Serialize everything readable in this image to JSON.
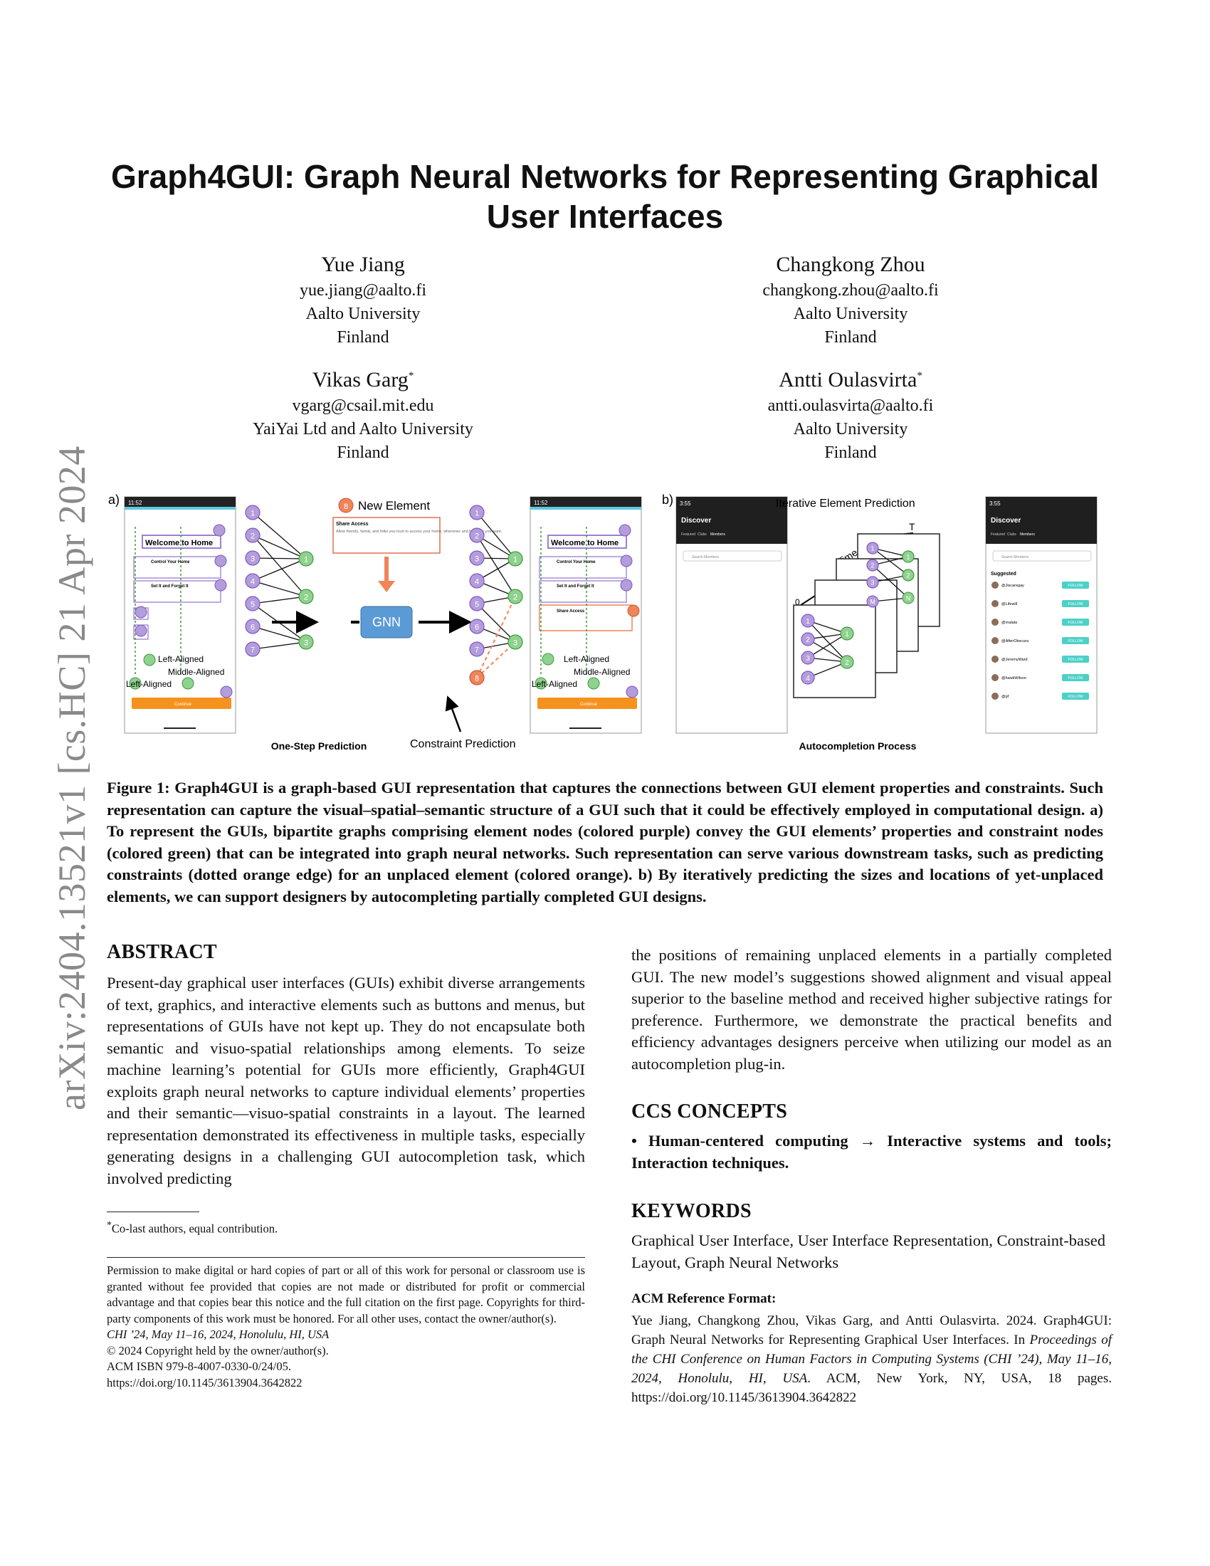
{
  "side_identifier": "arXiv:2404.13521v1  [cs.HC]  21 Apr 2024",
  "title_line1": "Graph4GUI: Graph Neural Networks for Representing Graphical",
  "title_line2": "User Interfaces",
  "authors": [
    {
      "name": "Yue Jiang",
      "email": "yue.jiang@aalto.fi",
      "affiliation": "Aalto University",
      "country": "Finland",
      "mark": ""
    },
    {
      "name": "Changkong Zhou",
      "email": "changkong.zhou@aalto.fi",
      "affiliation": "Aalto University",
      "country": "Finland",
      "mark": ""
    },
    {
      "name": "Vikas Garg",
      "email": "vgarg@csail.mit.edu",
      "affiliation": "YaiYai Ltd and Aalto University",
      "country": "Finland",
      "mark": "*"
    },
    {
      "name": "Antti Oulasvirta",
      "email": "antti.oulasvirta@aalto.fi",
      "affiliation": "Aalto University",
      "country": "Finland",
      "mark": "*"
    }
  ],
  "figure": {
    "panel_a": "a)",
    "panel_b": "b)",
    "time": "11:52",
    "screen_title": "Welcome to Home",
    "items": [
      "Control Your Home",
      "Set It and Forget It",
      "Share Access"
    ],
    "continue": "Continue",
    "new_element": "New Element",
    "share_access": "Share Access",
    "share_access_desc": "Allow friends, family, and folks you trust to access your home, whenever and however you want.",
    "gnn": "GNN",
    "left_aligned": "Left-Aligned",
    "middle_aligned": "Middle-Aligned",
    "constraint_prediction": "Constraint Prediction",
    "one_step": "One-Step Prediction",
    "iterative": "Iterative Element Prediction",
    "time_t": "Time t",
    "t_cap": "T",
    "zero": "0",
    "autocompletion": "Autocompletion Process",
    "discover": "Discover",
    "tabs": [
      "Featured",
      "Clubs",
      "Members"
    ],
    "search": "Search Members",
    "suggested": "Suggested",
    "follow": "FOLLOW",
    "users": [
      "@Jiscaregay",
      "@Lifewill",
      "@rnalala",
      "@AfterObscura",
      "@JeremyWard",
      "@hawkWilson",
      "@pf"
    ],
    "time_b": "3:55",
    "element_labels": [
      "1",
      "2",
      "3",
      "4",
      "5",
      "6",
      "7",
      "8"
    ],
    "constraint_labels": [
      "1",
      "2",
      "3"
    ],
    "m_label": "M",
    "n_label": "N",
    "colors": {
      "purple": "#b39ddb",
      "purple_stroke": "#7e57c2",
      "green": "#8fd18f",
      "green_stroke": "#3f9a3f",
      "orange": "#f0845a",
      "gnn_blue": "#5b9bd5",
      "follow": "#4dd0c8"
    }
  },
  "caption": "Figure 1: Graph4GUI is a graph-based GUI representation that captures the connections between GUI element properties and constraints. Such representation can capture the visual–spatial–semantic structure of a GUI such that it could be effectively employed in computational design. a) To represent the GUIs, bipartite graphs comprising element nodes (colored purple) convey the GUI elements’ properties and constraint nodes (colored green) that can be integrated into graph neural networks. Such representation can serve various downstream tasks, such as predicting constraints (dotted orange edge) for an unplaced element (colored orange). b) By iteratively predicting the sizes and locations of yet-unplaced elements, we can support designers by autocompleting partially completed GUI designs.",
  "abstract_heading": "ABSTRACT",
  "abstract_left": "Present-day graphical user interfaces (GUIs) exhibit diverse arrangements of text, graphics, and interactive elements such as buttons and menus, but representations of GUIs have not kept up. They do not encapsulate both semantic and visuo-spatial relationships among elements. To seize machine learning’s potential for GUIs more efficiently, Graph4GUI exploits graph neural networks to capture individual elements’ properties and their semantic—visuo-spatial constraints in a layout. The learned representation demonstrated its effectiveness in multiple tasks, especially generating designs in a challenging GUI autocompletion task, which involved predicting",
  "abstract_right": "the positions of remaining unplaced elements in a partially completed GUI. The new model’s suggestions showed alignment and visual appeal superior to the baseline method and received higher subjective ratings for preference. Furthermore, we demonstrate the practical benefits and efficiency advantages designers perceive when utilizing our model as an autocompletion plug-in.",
  "footnote": "Co-last authors, equal contribution.",
  "footnote_mark": "*",
  "permission": "Permission to make digital or hard copies of part or all of this work for personal or classroom use is granted without fee provided that copies are not made or distributed for profit or commercial advantage and that copies bear this notice and the full citation on the first page. Copyrights for third-party components of this work must be honored. For all other uses, contact the owner/author(s).",
  "venue": "CHI ’24, May 11–16, 2024, Honolulu, HI, USA",
  "copyright": "© 2024 Copyright held by the owner/author(s).",
  "isbn": "ACM ISBN 979-8-4007-0330-0/24/05.",
  "doi": "https://doi.org/10.1145/3613904.3642822",
  "ccs_heading": "CCS CONCEPTS",
  "ccs_text": "• Human-centered computing → Interactive systems and tools; Interaction techniques.",
  "keywords_heading": "KEYWORDS",
  "keywords": "Graphical User Interface, User Interface Representation, Constraint-based Layout, Graph Neural Networks",
  "ref_heading": "ACM Reference Format:",
  "ref_plain1": "Yue Jiang, Changkong Zhou, Vikas Garg, and Antti Oulasvirta. 2024. Graph4GUI: Graph Neural Networks for Representing Graphical User Interfaces. In ",
  "ref_italic": "Proceedings of the CHI Conference on Human Factors in Computing Systems (CHI ’24), May 11–16, 2024, Honolulu, HI, USA",
  "ref_plain2": ". ACM, New York, NY, USA, 18 pages. https://doi.org/10.1145/3613904.3642822"
}
